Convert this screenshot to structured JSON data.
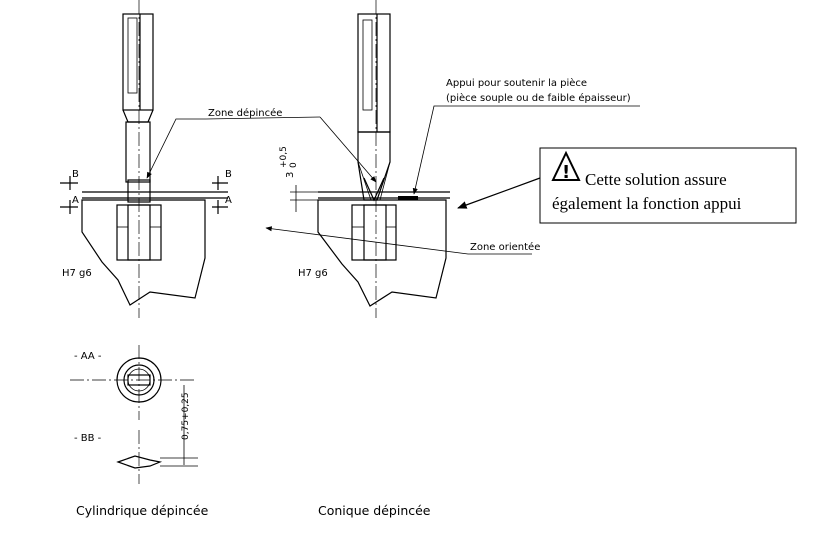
{
  "labels": {
    "zone_depincee": "Zone dépincée",
    "appui_line1": "Appui pour soutenir la pièce",
    "appui_line2": "(pièce souple ou de faible épaisseur)",
    "zone_orientee": "Zone orientée",
    "section_b_left": "B",
    "section_a_left": "A",
    "section_b_right": "B",
    "section_a_right": "A",
    "fit_left": "H7 g6",
    "fit_right": "H7 g6",
    "dim_depth": "3",
    "dim_tol": "+0,5",
    "dim_tol_zero": "0",
    "section_aa": "- AA -",
    "section_bb": "- BB -",
    "dim_flat": "0,75+0,25"
  },
  "callout": {
    "line1": "Cette solution assure",
    "line2": "également la fonction appui",
    "warning_symbol": "!"
  },
  "captions": {
    "left": "Cylindrique dépincée",
    "right": "Conique dépincée"
  },
  "icons": {
    "warning": "warning-triangle-icon"
  }
}
